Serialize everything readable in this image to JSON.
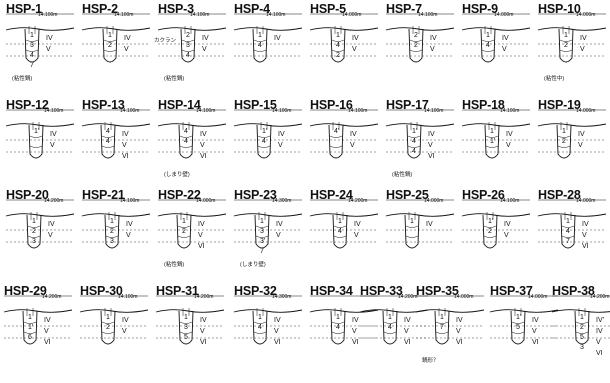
{
  "sections": [
    {
      "id": "HSP-1",
      "elev": "14.100m",
      "labels": [
        "1",
        "3",
        "4",
        "IV",
        "V",
        "7"
      ],
      "note": "(粘性鍋)"
    },
    {
      "id": "HSP-2",
      "elev": "14.100m",
      "labels": [
        "1",
        "2",
        "IV",
        "V"
      ],
      "note": ""
    },
    {
      "id": "HSP-3",
      "elev": "14.100m",
      "labels": [
        "2",
        "3",
        "4",
        "IV",
        "V"
      ],
      "note": "(粘性鍋)",
      "note2": "カクラン"
    },
    {
      "id": "HSP-4",
      "elev": "14.100m",
      "labels": [
        "1",
        "4",
        "IV"
      ],
      "note": ""
    },
    {
      "id": "HSP-5",
      "elev": "14.000m",
      "labels": [
        "1",
        "4",
        "2",
        "IV",
        "V"
      ],
      "note": ""
    },
    {
      "id": "HSP-7",
      "elev": "14.100m",
      "labels": [
        "2",
        "2",
        "IV",
        "V"
      ],
      "note": ""
    },
    {
      "id": "HSP-9",
      "elev": "14.000m",
      "labels": [
        "1",
        "4",
        "IV",
        "V"
      ],
      "note": ""
    },
    {
      "id": "HSP-10",
      "elev": "14.000m",
      "labels": [
        "1",
        "2",
        "IV",
        "V"
      ],
      "note": "(粘性中)"
    },
    {
      "id": "HSP-12",
      "elev": "14.100m",
      "labels": [
        "1'",
        "IV",
        "V"
      ],
      "note": ""
    },
    {
      "id": "HSP-13",
      "elev": "14.100m",
      "labels": [
        "4",
        "4",
        "IV",
        "V",
        "VI"
      ],
      "note": ""
    },
    {
      "id": "HSP-14",
      "elev": "14.100m",
      "labels": [
        "4",
        "IV",
        "4",
        "V",
        "VI"
      ],
      "note": "(しまり壁)"
    },
    {
      "id": "HSP-15",
      "elev": "14.100m",
      "labels": [
        "1'",
        "4",
        "IV",
        "V"
      ],
      "note": ""
    },
    {
      "id": "HSP-16",
      "elev": "14.100m",
      "labels": [
        "4'",
        "IV",
        "V"
      ],
      "note": ""
    },
    {
      "id": "HSP-17",
      "elev": "14.100m",
      "labels": [
        "1'",
        "4",
        "IV",
        "V",
        "VI",
        "4"
      ],
      "note": "(粘性鍋)"
    },
    {
      "id": "HSP-18",
      "elev": "14.100m",
      "labels": [
        "1",
        "1'",
        "IV",
        "V"
      ],
      "note": ""
    },
    {
      "id": "HSP-19",
      "elev": "14.000m",
      "labels": [
        "1",
        "2",
        "IV",
        "V"
      ],
      "note": ""
    },
    {
      "id": "HSP-20",
      "elev": "14.200m",
      "labels": [
        "1",
        "2",
        "3",
        "IV",
        "V"
      ],
      "note": ""
    },
    {
      "id": "HSP-21",
      "elev": "14.100m",
      "labels": [
        "1",
        "2",
        "3",
        "IV",
        "V"
      ],
      "note": ""
    },
    {
      "id": "HSP-22",
      "elev": "14.000m",
      "labels": [
        "1",
        "2",
        "IV",
        "V",
        "VI"
      ],
      "note": "(粘性鍋)"
    },
    {
      "id": "HSP-23",
      "elev": "14.300m",
      "labels": [
        "1",
        "3",
        "3'",
        "7",
        "IV",
        "V"
      ],
      "note": "(しまり壁)"
    },
    {
      "id": "HSP-24",
      "elev": "14.200m",
      "labels": [
        "1",
        "4",
        "IV",
        "V"
      ],
      "note": ""
    },
    {
      "id": "HSP-25",
      "elev": "14.000m",
      "labels": [
        "1",
        "IV"
      ],
      "note": ""
    },
    {
      "id": "HSP-26",
      "elev": "14.100m",
      "labels": [
        "1'",
        "2",
        "IV",
        "V"
      ],
      "note": ""
    },
    {
      "id": "HSP-28",
      "elev": "14.000m",
      "labels": [
        "1",
        "4",
        "IV",
        "V",
        "VI",
        "7"
      ],
      "note": ""
    },
    {
      "id": "HSP-29",
      "elev": "14.200m",
      "labels": [
        "1",
        "1'",
        "6",
        "IV",
        "V",
        "VI"
      ],
      "note": ""
    },
    {
      "id": "HSP-30",
      "elev": "14.100m",
      "labels": [
        "1",
        "2",
        "IV",
        "V"
      ],
      "note": ""
    },
    {
      "id": "HSP-31",
      "elev": "14.200m",
      "labels": [
        "1",
        "3",
        "5",
        "IV",
        "V",
        "VI"
      ],
      "note": ""
    },
    {
      "id": "HSP-32",
      "elev": "14.300m",
      "labels": [
        "1",
        "4",
        "IV",
        "V",
        "VI"
      ],
      "note": ""
    },
    {
      "id": "HSP-34",
      "elev": "",
      "labels": [
        "1",
        "4",
        "IV",
        "V",
        "VI"
      ],
      "note": ""
    },
    {
      "id": "HSP-33",
      "elev": "14.200m",
      "labels": [
        "1",
        "4",
        "IV",
        "V",
        "VI"
      ],
      "note": ""
    },
    {
      "id": "HSP-35",
      "elev": "14.000m",
      "labels": [
        "1",
        "7",
        "IV",
        "V",
        "VI"
      ],
      "note": "鍋形？"
    },
    {
      "id": "HSP-37",
      "elev": "14.000m",
      "labels": [
        "1'",
        "5",
        "IV",
        "V",
        "VI"
      ],
      "note": ""
    },
    {
      "id": "HSP-38",
      "elev": "14.200m",
      "labels": [
        "1",
        "2",
        "5",
        "IV'",
        "IV",
        "V",
        "VI",
        "3"
      ],
      "note": ""
    }
  ]
}
